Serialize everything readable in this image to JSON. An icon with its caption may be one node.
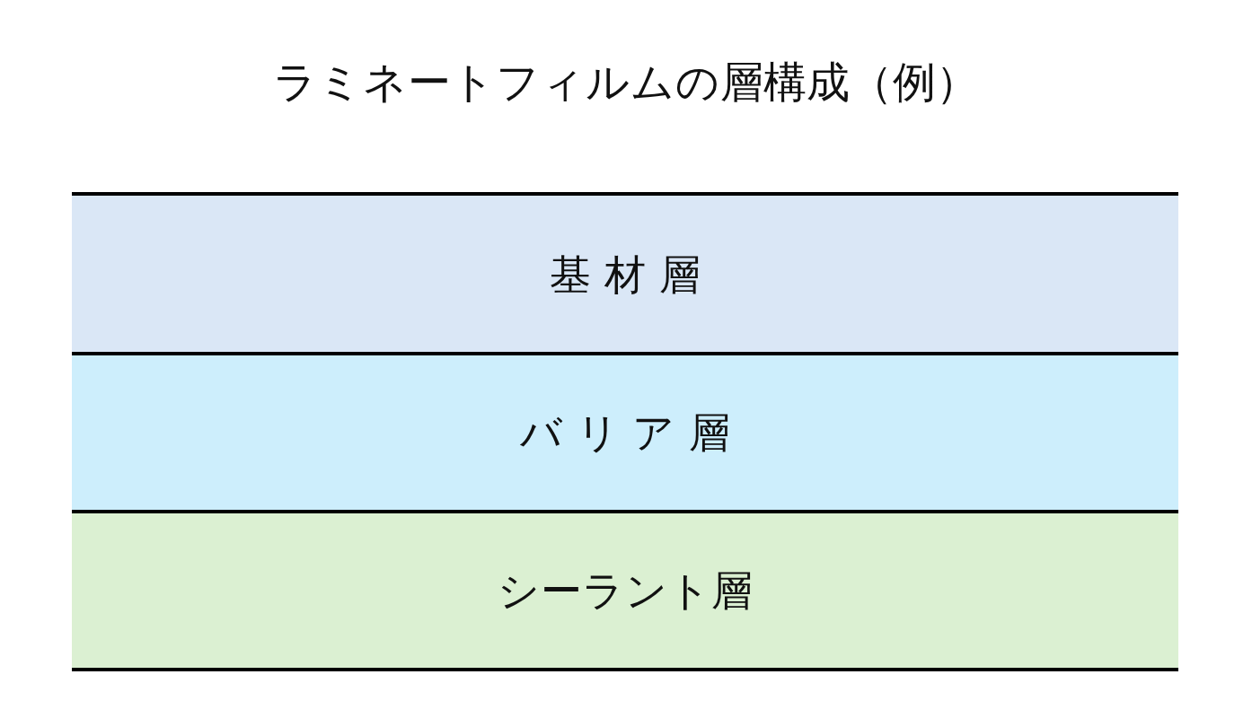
{
  "diagram": {
    "title": "ラミネートフィルムの層構成（例）",
    "nodes": [
      {
        "text": [
          "基 材 層"
        ]
      },
      {
        "text": [
          "バ リ ア 層"
        ]
      },
      {
        "text": [
          "シーラント層"
        ]
      }
    ]
  }
}
